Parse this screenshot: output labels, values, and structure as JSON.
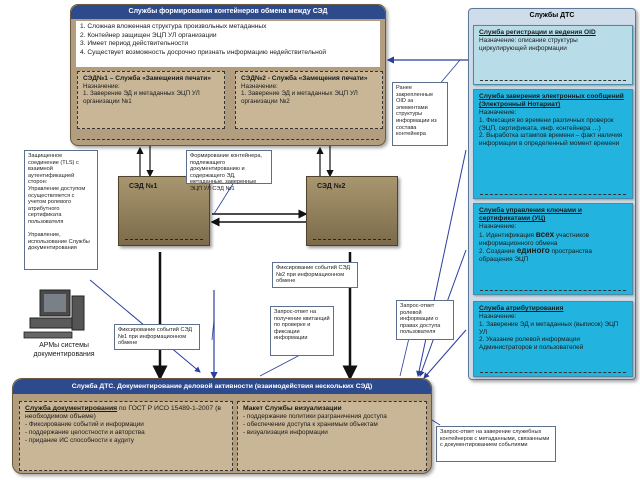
{
  "top": {
    "title": "Службы формирования контейнеров обмена между СЭД",
    "items": [
      "1. Сложная вложенная структура произвольных метаданных",
      "2. Контейнер защищен ЭЦП УЛ организации",
      "3. Имеет период действительности",
      "4. Существует возможность досрочно признать информацию недействительной"
    ],
    "box1": {
      "title": "СЭД№1 – Служба «Замещения печати»",
      "label": "Назначение:",
      "desc": "1. Заверение ЭД и метаданных ЭЦП УЛ организации №1"
    },
    "box2": {
      "title": "СЭД№2 - Служба «Замещения печати»",
      "label": "Назначение:",
      "desc": "1. Заверение ЭД и метаданных ЭЦП УЛ организации №2"
    }
  },
  "right": {
    "title": "Службы ДТС",
    "services": [
      {
        "title": "Служба регистрации и ведения OID",
        "desc": "Назначение: описание структуры циркулирующей информации",
        "color": "#b8dde9"
      },
      {
        "title": "Служба заверения электронных сообщений (Электронный Нотариат)",
        "desc": "Назначение:\n1. Фиксация во времени различных проверок (ЭЦП, сертификата, инф. контейнера …)\n2. Выработка штампов времени – факт наличия информации в определенный момент времени",
        "color": "#22b4de"
      },
      {
        "title": "Служба управления ключами и сертификатами (УЦ)",
        "desc_pre": "Назначение:\n1. Идентификация ",
        "desc_big1": "всех",
        "desc_mid": " участников информационного обмена\n2. Создание ",
        "desc_big2": "единого",
        "desc_post": " пространства обращения ЭЦП",
        "color": "#22b4de"
      },
      {
        "title": "Служба атрибутирования",
        "desc": "Назначение:\n1. Заверение ЭД и метаданных (выписок) ЭЦП УЛ\n2. Указание ролевой информации Администраторов и пользователей",
        "color": "#22b4de"
      }
    ]
  },
  "sed1": {
    "title": "СЭД №1"
  },
  "sed2": {
    "title": "СЭД №2"
  },
  "notes": {
    "left": "Защищенное соединение (TLS) с взаимной аутентификацией сторон:\nУправление доступом осуществляется с учетом ролевого атрибутного сертификата пользователя\n\nУправление, использование Службы документирования",
    "arm": "АРМы системы документирования",
    "form": "Формирование контейнера, подлежащего документированию и содержащего ЭД, метаданные, заверенные ЭЦП УЛ СЭД №1",
    "oid": "Ранее закрепленные OID за элементами структуры информации из состава контейнера",
    "fix2": "Фиксирование событий СЭД №2 при информационном обмене",
    "fix1": "Фиксирование событий СЭД №1 при информационном обмене",
    "query": "Запрос-ответ на получение квитанций по проверке и фиксации информации",
    "role": "Запрос-ответ ролевой информации о правах доступа пользователя",
    "cert": "Запрос-ответ на заверение служебных контейнеров с метаданными, связанными с документированием событиями"
  },
  "bottom": {
    "title": "Служба ДТС. Документирование деловой активности (взаимодействия нескольких СЭД)",
    "box1": {
      "title_bold": "Служба документирования",
      "title_rest": " по ГОСТ Р ИСО 15489-1-2007 (в необходимом объеме)",
      "lines": [
        "- Фиксирование событий и информации",
        "- поддержание целостности и авторства",
        "- придание ИС способности к аудиту"
      ]
    },
    "box2": {
      "title": "Макет Службы визуализации",
      "lines": [
        "- поддержание политики разграничения доступа",
        "- обеспечение доступа к хранимым объектам",
        "- визуализация информации"
      ]
    }
  },
  "colors": {
    "header_blue": "#2d4a8c",
    "tan": "#b39d7f",
    "arrow_blue": "#2a3f9e",
    "cyan": "#22b4de"
  }
}
